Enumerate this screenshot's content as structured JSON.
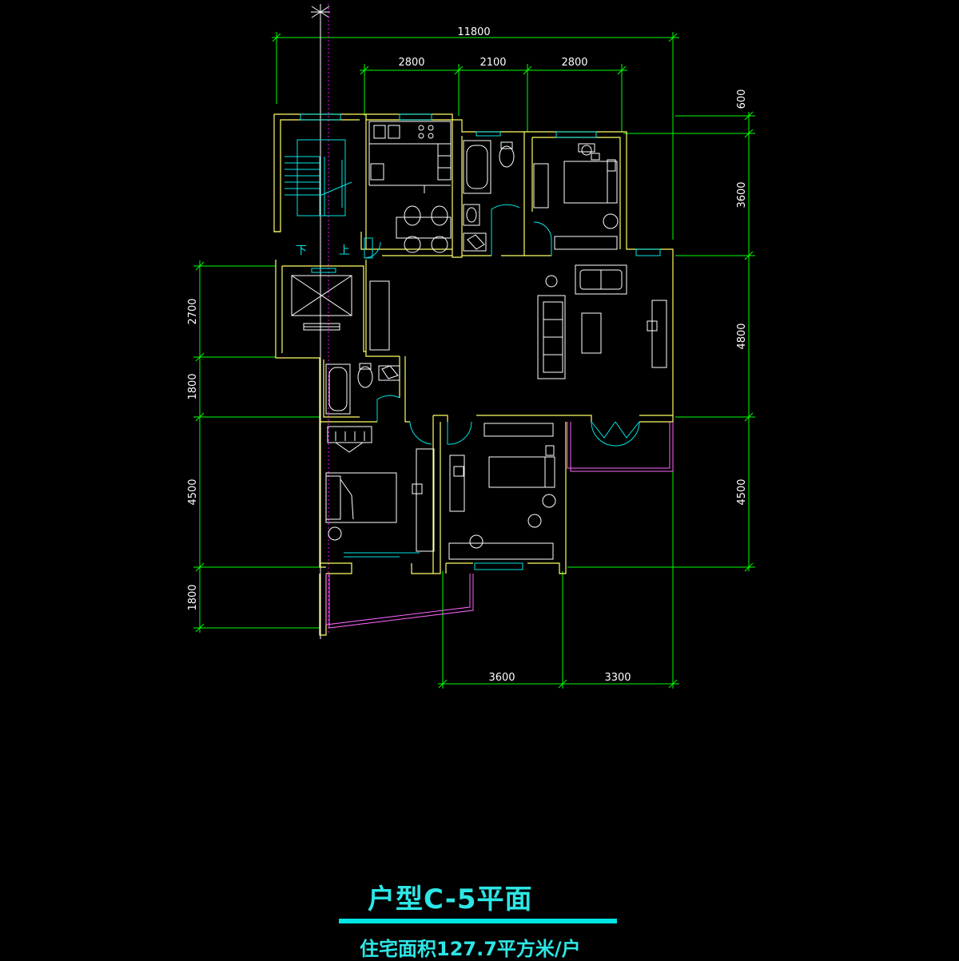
{
  "plan": {
    "title": "户型C-5平面",
    "area_text": "住宅面积127.7平方米/户",
    "stair_labels": {
      "down": "下",
      "up": "上"
    },
    "dimensions": {
      "top_total": "11800",
      "top_segments": [
        "2800",
        "2100",
        "2800"
      ],
      "right": [
        "600",
        "3600",
        "4800",
        "4500"
      ],
      "left": [
        "2700",
        "1800",
        "4500",
        "1800"
      ],
      "bottom": [
        "3600",
        "3300"
      ]
    },
    "colors": {
      "background": "#000000",
      "dimension_lines": "#00ff00",
      "walls": "#ffff66",
      "furniture": "#ffffff",
      "doors": "#00ffff",
      "balcony": "#ff66ff",
      "title": "#2ee6e6"
    }
  }
}
